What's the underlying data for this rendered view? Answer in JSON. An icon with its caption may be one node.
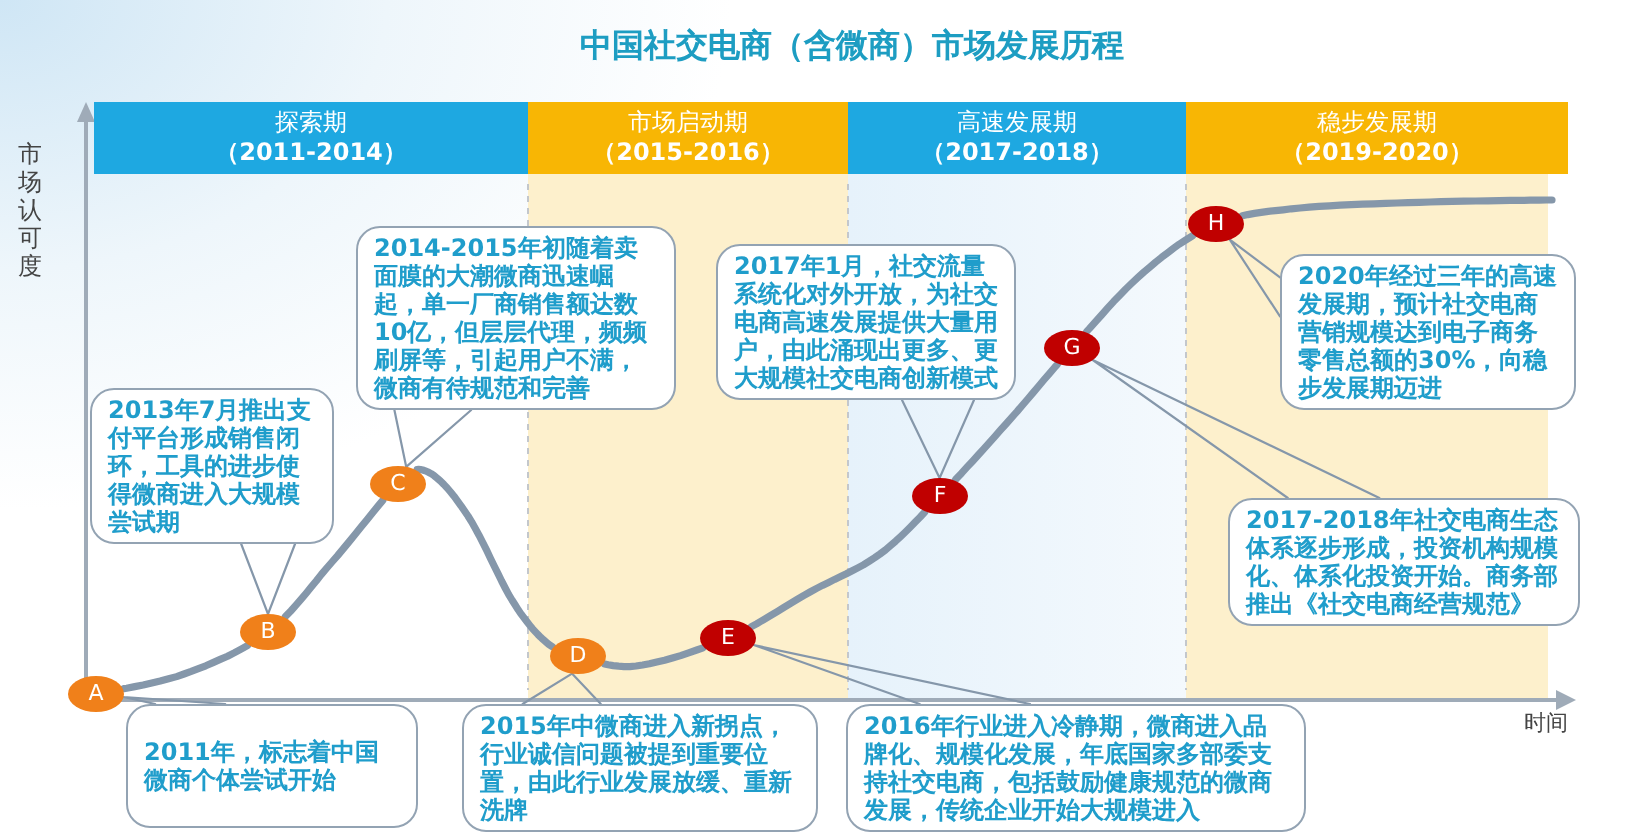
{
  "diagram": {
    "title": "中国社交电商（含微商）市场发展历程",
    "nodes": [
      {
        "text": [
          "探索期",
          "（2011-2014）"
        ]
      },
      {
        "text": [
          "市场启动期",
          "（2015-2016）"
        ]
      },
      {
        "text": [
          "高速发展期",
          "（2017-2018）"
        ]
      },
      {
        "text": [
          "稳步发展期",
          "（2019-2020）"
        ]
      },
      {
        "text": [
          "A"
        ]
      },
      {
        "text": [
          "B"
        ]
      },
      {
        "text": [
          "C"
        ]
      },
      {
        "text": [
          "D"
        ]
      },
      {
        "text": [
          "E"
        ]
      },
      {
        "text": [
          "F"
        ]
      },
      {
        "text": [
          "G"
        ]
      },
      {
        "text": [
          "H"
        ]
      },
      {
        "text": [
          "2011年，标志着中国微商个体尝试开始"
        ]
      },
      {
        "text": [
          "2013年7月推出支付平台形成销售闭环，工具的进步使得微商进入大规模尝试期"
        ]
      },
      {
        "text": [
          "2014-2015年初随着卖面膜的大潮微商迅速崛起，单一厂商销售额达数10亿，但层层代理，频频刷屏等，引起用户不满，微商有待规范和完善"
        ]
      },
      {
        "text": [
          "2015年中微商进入新拐点，行业诚信问题被提到重要位置，由此行业发展放缓、重新洗牌"
        ]
      },
      {
        "text": [
          "2016年行业进入冷静期，微商进入品牌化、规模化发展，年底国家多部委支持**社交电商**，包括鼓励健康规范的微商发展，传统企业开始大规模进入"
        ]
      },
      {
        "text": [
          "2017年1月，社交流量系统化对外开放，为社交电商高速发展提供大量用户，由此涌现出更多、更大规模社交电商创新模式"
        ]
      },
      {
        "text": [
          "2017-2018年社交电商生态体系逐步形成，投资机构规模化、体系化投资开始。商务部推出《社交电商经营规范》"
        ]
      },
      {
        "text": [
          "2020年经过三年的高速发展期，预计社交电商营销规模达到电子商务零售总额的30%，向稳步发展期迈进"
        ]
      }
    ],
    "edges": [
      {
        "from": 4,
        "to": 5,
        "arrow": "none",
        "style": "thick"
      },
      {
        "from": 5,
        "to": 6,
        "arrow": "none",
        "style": "thick"
      },
      {
        "from": 6,
        "to": 7,
        "arrow": "none",
        "style": "thick"
      },
      {
        "from": 7,
        "to": 8,
        "arrow": "none",
        "style": "thick"
      },
      {
        "from": 8,
        "to": 9,
        "arrow": "none",
        "style": "thick"
      },
      {
        "from": 9,
        "to": 10,
        "arrow": "none",
        "style": "thick"
      },
      {
        "from": 10,
        "to": 11,
        "arrow": "none",
        "style": "thick"
      },
      {
        "from": 11,
        "to": null,
        "arrow": "none",
        "style": "thick"
      },
      {
        "from": 12,
        "to": 4,
        "arrow": "none"
      },
      {
        "from": 13,
        "to": 5,
        "arrow": "none"
      },
      {
        "from": 14,
        "to": 6,
        "arrow": "none"
      },
      {
        "from": 15,
        "to": 7,
        "arrow": "none"
      },
      {
        "from": 16,
        "to": 8,
        "arrow": "none"
      },
      {
        "from": 17,
        "to": 9,
        "arrow": "none"
      },
      {
        "from": 18,
        "to": 10,
        "arrow": "none"
      },
      {
        "from": 19,
        "to": 11,
        "arrow": "none"
      }
    ],
    "labels": [
      "市场认可度",
      "时间"
    ]
  }
}
